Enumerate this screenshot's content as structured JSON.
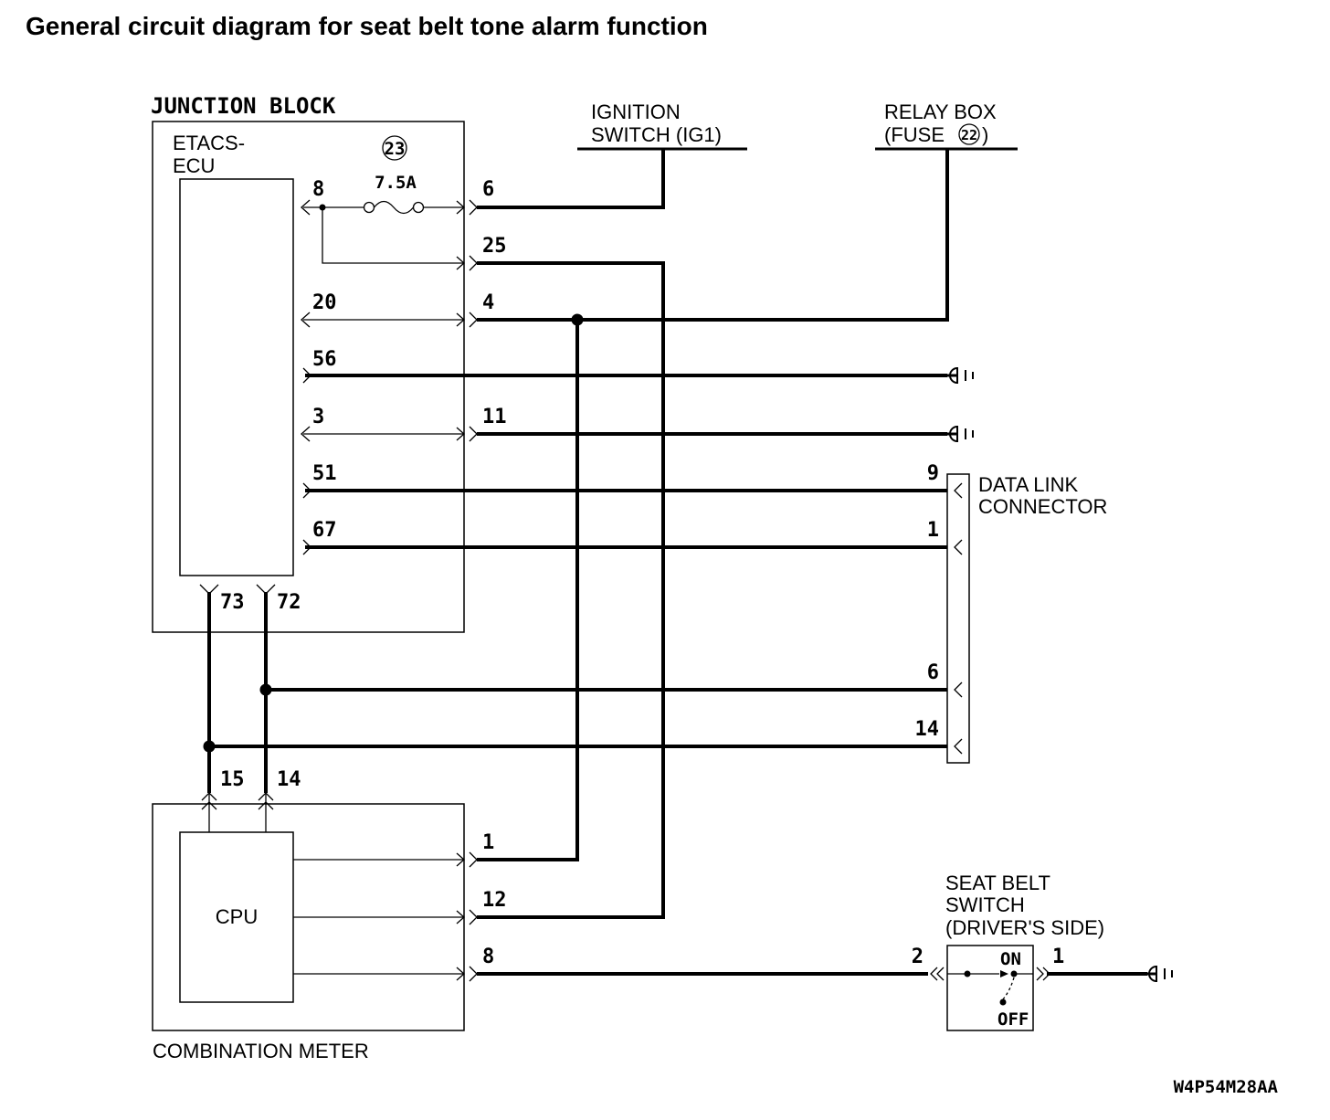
{
  "title": "General circuit diagram for seat belt tone alarm function",
  "figure_code": "W4P54M28AA",
  "junction_block": {
    "label": "JUNCTION BLOCK",
    "etacs_line1": "ETACS-",
    "etacs_line2": "ECU",
    "fuse_number": "23",
    "fuse_rating": "7.5A",
    "pins": {
      "ecu_8": "8",
      "ecu_20": "20",
      "ecu_56": "56",
      "ecu_3": "3",
      "ecu_51": "51",
      "ecu_67": "67",
      "ecu_73": "73",
      "ecu_72": "72",
      "jb_6": "6",
      "jb_25": "25",
      "jb_4": "4",
      "jb_11": "11"
    }
  },
  "ignition_switch": {
    "line1": "IGNITION",
    "line2": "SWITCH (IG1)"
  },
  "relay_box": {
    "line1": "RELAY BOX",
    "line2": "(FUSE",
    "fuse_number": "22",
    "close": ")"
  },
  "data_link_connector": {
    "line1": "DATA LINK",
    "line2": "CONNECTOR",
    "pins": {
      "p9": "9",
      "p1": "1",
      "p6": "6",
      "p14": "14"
    }
  },
  "combination_meter": {
    "label": "COMBINATION METER",
    "cpu_label": "CPU",
    "pins": {
      "p15": "15",
      "p14": "14",
      "p1": "1",
      "p12": "12",
      "p8": "8"
    }
  },
  "seat_belt_switch": {
    "line1": "SEAT BELT",
    "line2": "SWITCH",
    "line3": "(DRIVER'S SIDE)",
    "on_label": "ON",
    "off_label": "OFF",
    "pins": {
      "p2": "2",
      "p1": "1"
    }
  }
}
